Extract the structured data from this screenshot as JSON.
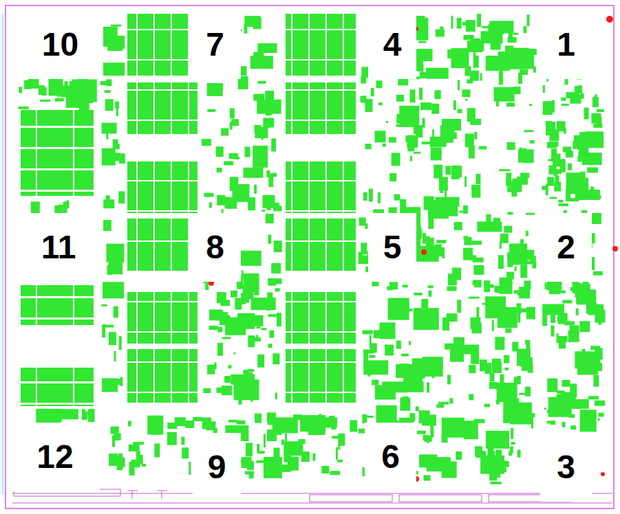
{
  "diagram": {
    "labels": [
      "10",
      "7",
      "4",
      "1",
      "11",
      "8",
      "5",
      "2",
      "12",
      "9",
      "6",
      "3"
    ]
  }
}
